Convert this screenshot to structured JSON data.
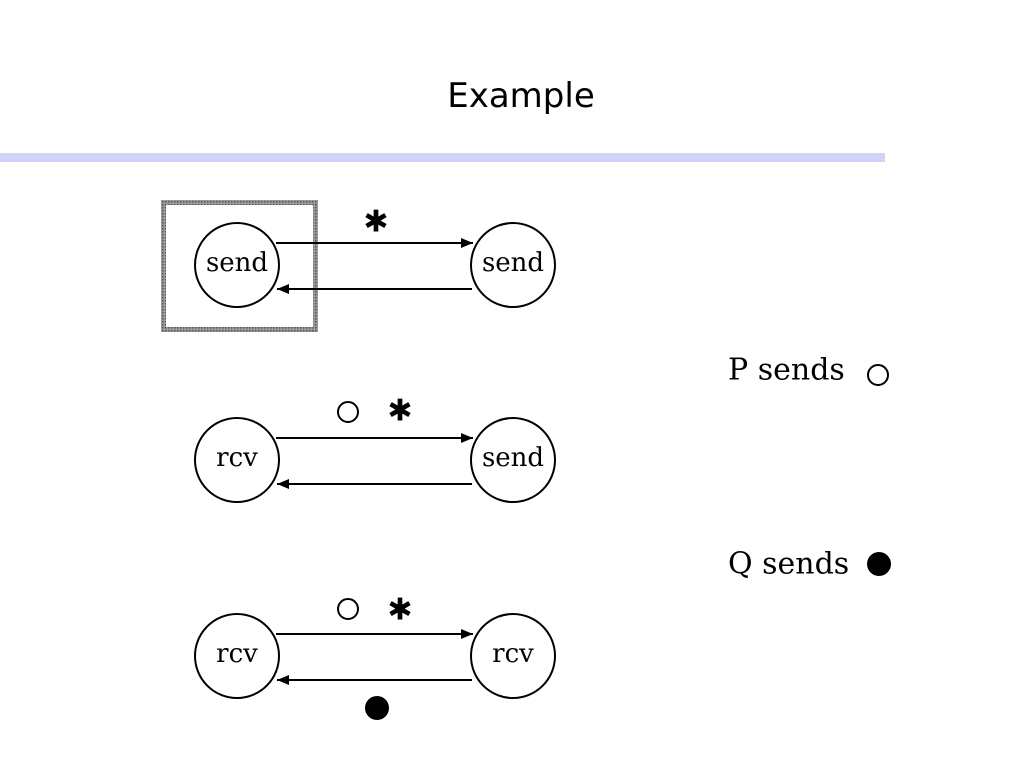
{
  "title": "Example",
  "colors": {
    "rule": "#d2d2f8",
    "ink": "#000000",
    "highlight_box": "#7a7a7a"
  },
  "star_glyph": "✱",
  "rows": [
    {
      "left_state": "send",
      "right_state": "send",
      "highlighted_left": true,
      "top_markers": [
        "star"
      ],
      "bottom_markers": []
    },
    {
      "left_state": "rcv",
      "right_state": "send",
      "highlighted_left": false,
      "top_markers": [
        "open-circle",
        "star"
      ],
      "bottom_markers": []
    },
    {
      "left_state": "rcv",
      "right_state": "rcv",
      "highlighted_left": false,
      "top_markers": [
        "open-circle",
        "star"
      ],
      "bottom_markers": [
        "filled-circle"
      ]
    }
  ],
  "legend": [
    {
      "text": "P sends",
      "marker": "open-circle"
    },
    {
      "text": "Q sends",
      "marker": "filled-circle"
    }
  ]
}
